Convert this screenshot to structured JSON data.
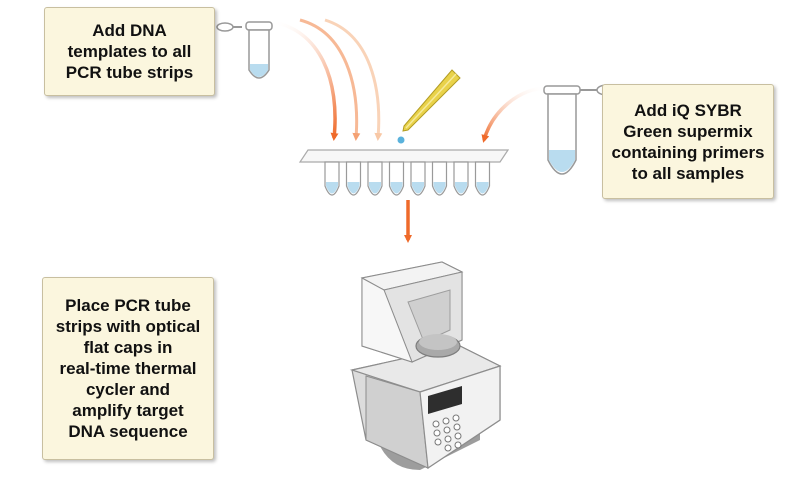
{
  "steps": {
    "templates": {
      "text": "Add DNA\ntemplates to all\nPCR tube strips"
    },
    "supermix": {
      "text": "Add iQ SYBR\nGreen supermix\ncontaining primers\nto all samples"
    },
    "thermal": {
      "text": "Place PCR tube\nstrips with optical\nflat caps in\nreal-time thermal\ncycler and\namplify target\nDNA sequence"
    }
  },
  "colors": {
    "arrow": "#ef6a2a",
    "arrow_light": "#f4a173",
    "arrow_lighter": "#f8c8a6",
    "liquid": "#b9dcef",
    "note_bg": "#fbf6de",
    "pipette": "#e9d24a"
  },
  "icons": [
    "template-tube-icon",
    "pipette-icon",
    "tube-strip-icon",
    "supermix-tube-icon",
    "thermal-cycler-icon"
  ]
}
